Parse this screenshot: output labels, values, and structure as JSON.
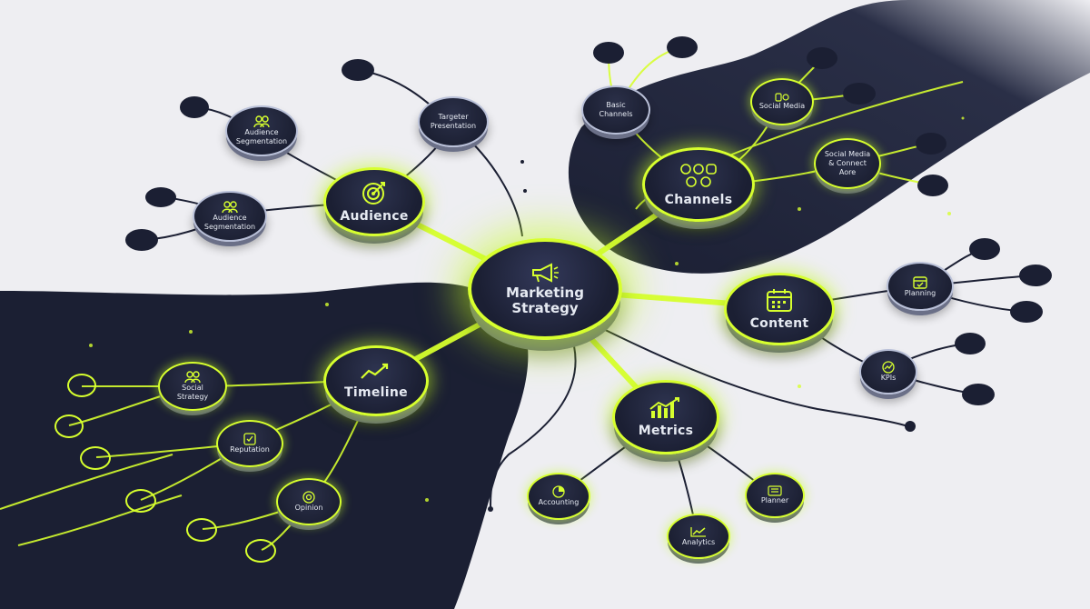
{
  "center": {
    "label": "Marketing Strategy",
    "icon": "megaphone-icon"
  },
  "main_nodes": {
    "audience": {
      "label": "Audience",
      "icon": "target-icon"
    },
    "channels": {
      "label": "Channels",
      "icon": "social-apps-icon"
    },
    "content": {
      "label": "Content",
      "icon": "calendar-icon"
    },
    "metrics": {
      "label": "Metrics",
      "icon": "bar-chart-icon"
    },
    "timeline": {
      "label": "Timeline",
      "icon": "trend-line-icon"
    }
  },
  "sub_nodes": {
    "audience_seg_1": {
      "label": "Audience Segmentation",
      "icon": "people-icon"
    },
    "audience_seg_2": {
      "label": "Audience Segmentation",
      "icon": "people-icon"
    },
    "target_presentation": {
      "label": "Targeter Presentation"
    },
    "basic_channels": {
      "label": "Basic Channels"
    },
    "social_media": {
      "label": "Social Media",
      "icon": "social-icon"
    },
    "social_connect": {
      "label": "Social Media & Connect Aore"
    },
    "planning": {
      "label": "Planning",
      "icon": "calendar-icon"
    },
    "kpis": {
      "label": "KPIs",
      "icon": "trend-icon"
    },
    "accounting": {
      "label": "Accounting",
      "icon": "pie-icon"
    },
    "analytics": {
      "label": "Analytics",
      "icon": "line-chart-icon"
    },
    "planner": {
      "label": "Planner",
      "icon": "list-icon"
    },
    "social_strategy": {
      "label": "Social Strategy",
      "icon": "people-icon"
    },
    "reputation": {
      "label": "Reputation",
      "icon": "check-box-icon"
    },
    "opinion": {
      "label": "Opinion",
      "icon": "target-icon"
    }
  },
  "colors": {
    "accent": "#d7ff2e",
    "dark": "#1b1f33",
    "background": "#eeeef2"
  }
}
